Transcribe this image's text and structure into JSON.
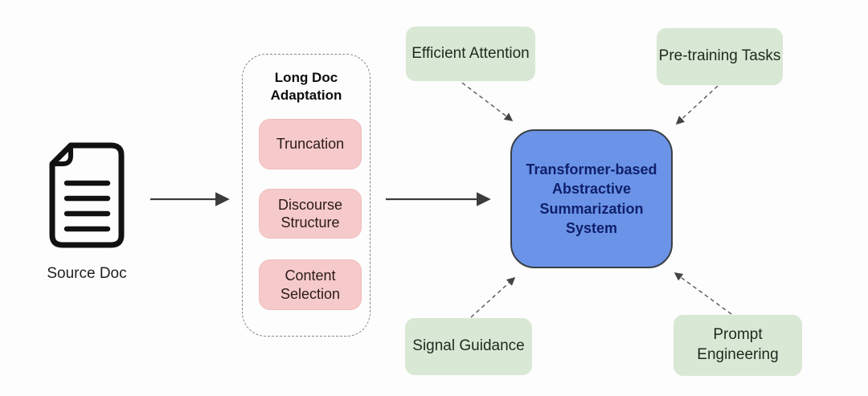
{
  "diagram": {
    "source_doc": {
      "label": "Source Doc"
    },
    "adaptation_group": {
      "title": "Long Doc Adaptation",
      "items": [
        {
          "label": "Truncation"
        },
        {
          "label": "Discourse Structure"
        },
        {
          "label": "Content Selection"
        }
      ]
    },
    "system_box": {
      "label": "Transformer-based Abstractive Summarization System"
    },
    "technique_boxes": [
      {
        "label": "Efficient Attention",
        "position": "top-left"
      },
      {
        "label": "Pre-training Tasks",
        "position": "top-right"
      },
      {
        "label": "Signal Guidance",
        "position": "bottom-left"
      },
      {
        "label": "Prompt Engineering",
        "position": "bottom-right"
      }
    ],
    "colors": {
      "background": "#fdfdfd",
      "pink_box_fill": "#f6caca",
      "green_box_fill": "#d9e8d4",
      "blue_box_fill": "#6b94e8",
      "blue_box_text": "#101f6b",
      "solid_arrow": "#3c3c3c",
      "dashed_arrow": "#555555",
      "dashed_border": "#888888"
    }
  }
}
